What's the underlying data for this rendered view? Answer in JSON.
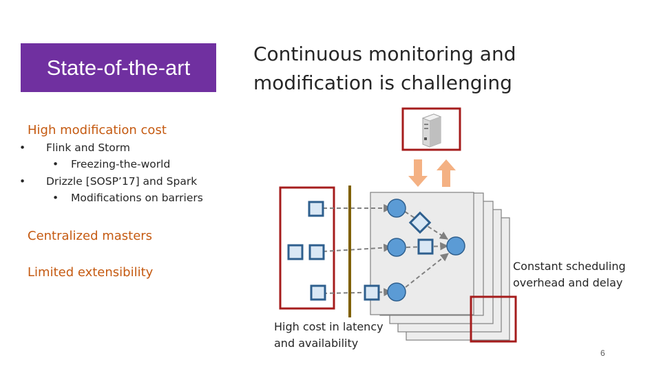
{
  "title_box": {
    "label": "State-of-the-art",
    "color": "#7030a0"
  },
  "headline": {
    "line1": "Continuous monitoring and",
    "line2": "modification is challenging"
  },
  "sections": {
    "high_cost": "High modification cost",
    "centralized": "Centralized masters",
    "extensibility": "Limited extensibility"
  },
  "bullets": [
    {
      "text": "Flink and Storm",
      "level": 1
    },
    {
      "text": "Freezing-the-world",
      "level": 2
    },
    {
      "text": "Drizzle [SOSP’17] and Spark",
      "level": 1
    },
    {
      "text": "Modifications on barriers",
      "level": 2
    }
  ],
  "bullet_glyph": "•",
  "diagram": {
    "scheduling_label": {
      "line1": "Constant scheduling",
      "line2": "overhead and delay"
    },
    "latency_label": {
      "line1": "High cost in latency",
      "line2": "and availability"
    },
    "colors": {
      "highlight": "#a51c1c",
      "barrier": "#7f6000",
      "arrow": "#f4b183",
      "node_fill": "#5b9bd5",
      "node_stroke": "#2e5f8e",
      "square_fill": "#dae8f5"
    }
  },
  "page_number": "6",
  "section_color": "#c55a11"
}
